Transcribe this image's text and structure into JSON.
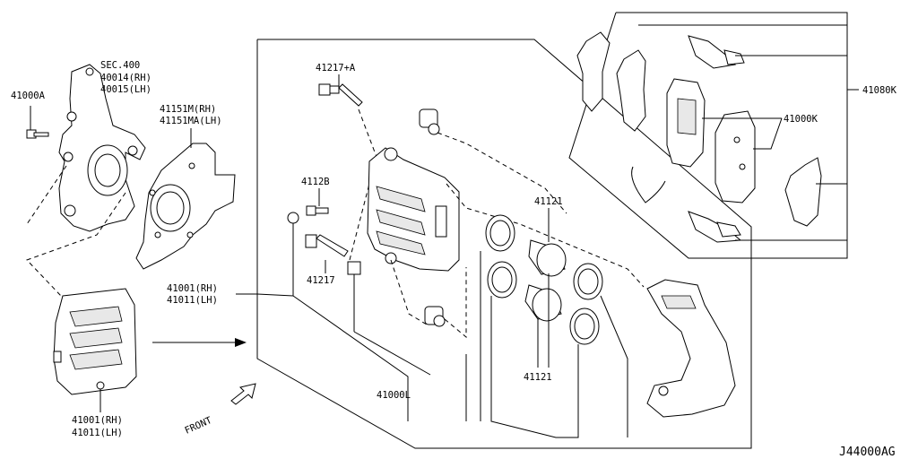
{
  "diagram_code": "J44000AG",
  "labels": {
    "bolt_41000a": "41000A",
    "sec_400": "SEC.400",
    "knuckle_rh": "40014(RH)",
    "knuckle_lh": "40015(LH)",
    "baffle_rh": "41151M(RH)",
    "baffle_lh": "41151MA(LH)",
    "bolt_kit": "41217+A",
    "bleeder": "4112B",
    "pin_bolt": "41217",
    "caliper_rh_top": "41001(RH)",
    "caliper_lh_top": "41011(LH)",
    "caliper_rh_bottom": "41001(RH)",
    "caliper_lh_bottom": "41011(LH)",
    "piston_top": "41121",
    "piston_bottom": "41121",
    "seal_kit": "41000L",
    "pad_kit": "41080K",
    "pads": "41000K",
    "front": "FRONT"
  }
}
